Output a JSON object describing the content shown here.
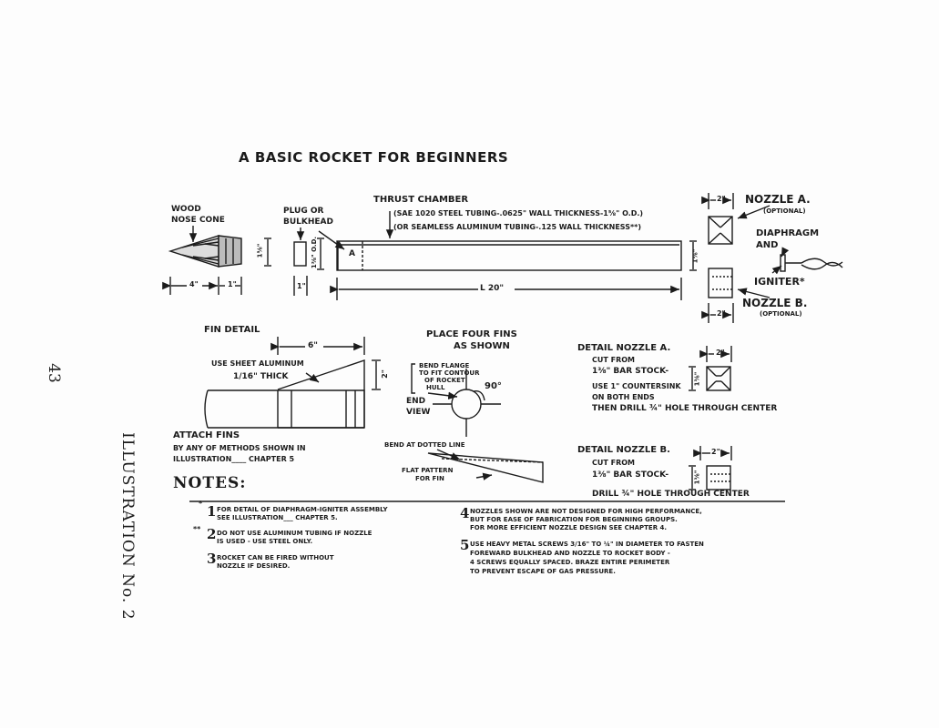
{
  "title": "A BASIC ROCKET FOR BEGINNERS",
  "side_caption": "ILLUSTRATION No. 2",
  "page_number": "43",
  "parts": {
    "nose_cone": [
      "WOOD",
      "NOSE CONE"
    ],
    "nose_dims": [
      "4\"",
      "1\""
    ],
    "nose_dia": "1⅝\"",
    "plug": [
      "PLUG OR",
      "BULKHEAD"
    ],
    "plug_dim": "1\"",
    "plug_dia": "1⅜\" O.D.",
    "plug_mark": "A",
    "thrust_chamber": "THRUST CHAMBER",
    "thrust_spec_1": "(SAE 1020 STEEL TUBING-.0625\" WALL THICKNESS-1⅝\" O.D.)",
    "thrust_spec_2": "(OR SEAMLESS ALUMINUM TUBING-.125 WALL THICKNESS**)",
    "tube_length": "L 20\"",
    "tube_dia": "1⅝\"",
    "nozzle_a": "NOZZLE A.",
    "nozzle_a_opt": "(OPTIONAL)",
    "nozzle_b": "NOZZLE B.",
    "nozzle_b_opt": "(OPTIONAL)",
    "nozzle_width": "2\"",
    "diaphragm": [
      "DIAPHRAGM",
      "AND"
    ],
    "igniter": "IGNITER*"
  },
  "fin_detail": {
    "heading": "FIN DETAIL",
    "material": [
      "USE SHEET ALUMINUM",
      "1/16\" THICK"
    ],
    "length": "6\"",
    "height": "2\"",
    "attach": [
      "ATTACH FINS",
      "BY ANY OF METHODS SHOWN IN",
      "ILLUSTRATION____ CHAPTER 5"
    ]
  },
  "place_fins": {
    "heading": [
      "PLACE FOUR FINS",
      "AS SHOWN"
    ],
    "flange_note": [
      "BEND FLANGE",
      "TO FIT CONTOUR",
      "OF ROCKET",
      "HULL"
    ],
    "end_view": [
      "END",
      "VIEW"
    ],
    "angle": "90°",
    "bend": "BEND AT DOTTED LINE",
    "flat": [
      "FLAT PATTERN",
      "FOR FIN"
    ]
  },
  "detail_a": {
    "heading": "DETAIL NOZZLE A.",
    "lines": [
      "CUT FROM",
      "1⅜\" BAR STOCK-",
      "USE 1\" COUNTERSINK",
      "ON BOTH ENDS",
      "THEN DRILL ¾\" HOLE THROUGH CENTER"
    ],
    "width": "2\"",
    "dia": "1⅜\""
  },
  "detail_b": {
    "heading": "DETAIL NOZZLE B.",
    "lines": [
      "CUT FROM",
      "1⅜\" BAR STOCK-",
      "DRILL ¾\" HOLE THROUGH CENTER"
    ],
    "width": "2\"",
    "dia": "1⅜\""
  },
  "notes": {
    "heading": "NOTES:",
    "n1": {
      "mark": "*",
      "num": "1",
      "text": [
        "FOR DETAIL OF DIAPHRAGM-IGNITER ASSEMBLY",
        "SEE ILLUSTRATION___ CHAPTER 5."
      ]
    },
    "n2": {
      "mark": "**",
      "num": "2",
      "text": [
        "DO NOT USE ALUMINUM TUBING IF NOZZLE",
        "IS USED - USE STEEL ONLY."
      ]
    },
    "n3": {
      "num": "3",
      "text": [
        "ROCKET CAN BE FIRED WITHOUT",
        "NOZZLE IF DESIRED."
      ]
    },
    "n4": {
      "num": "4",
      "text": [
        "NOZZLES SHOWN ARE NOT DESIGNED FOR HIGH PERFORMANCE,",
        "BUT FOR EASE OF FABRICATION FOR BEGINNING GROUPS.",
        "FOR MORE EFFICIENT NOZZLE DESIGN SEE CHAPTER 4."
      ]
    },
    "n5": {
      "num": "5",
      "text": [
        "USE HEAVY METAL SCREWS 3/16\" TO ¼\" IN DIAMETER TO FASTEN",
        "FOREWARD BULKHEAD AND NOZZLE TO ROCKET BODY -",
        "4 SCREWS EQUALLY SPACED. BRAZE ENTIRE PERIMETER",
        "TO PREVENT ESCAPE OF GAS PRESSURE."
      ]
    }
  }
}
